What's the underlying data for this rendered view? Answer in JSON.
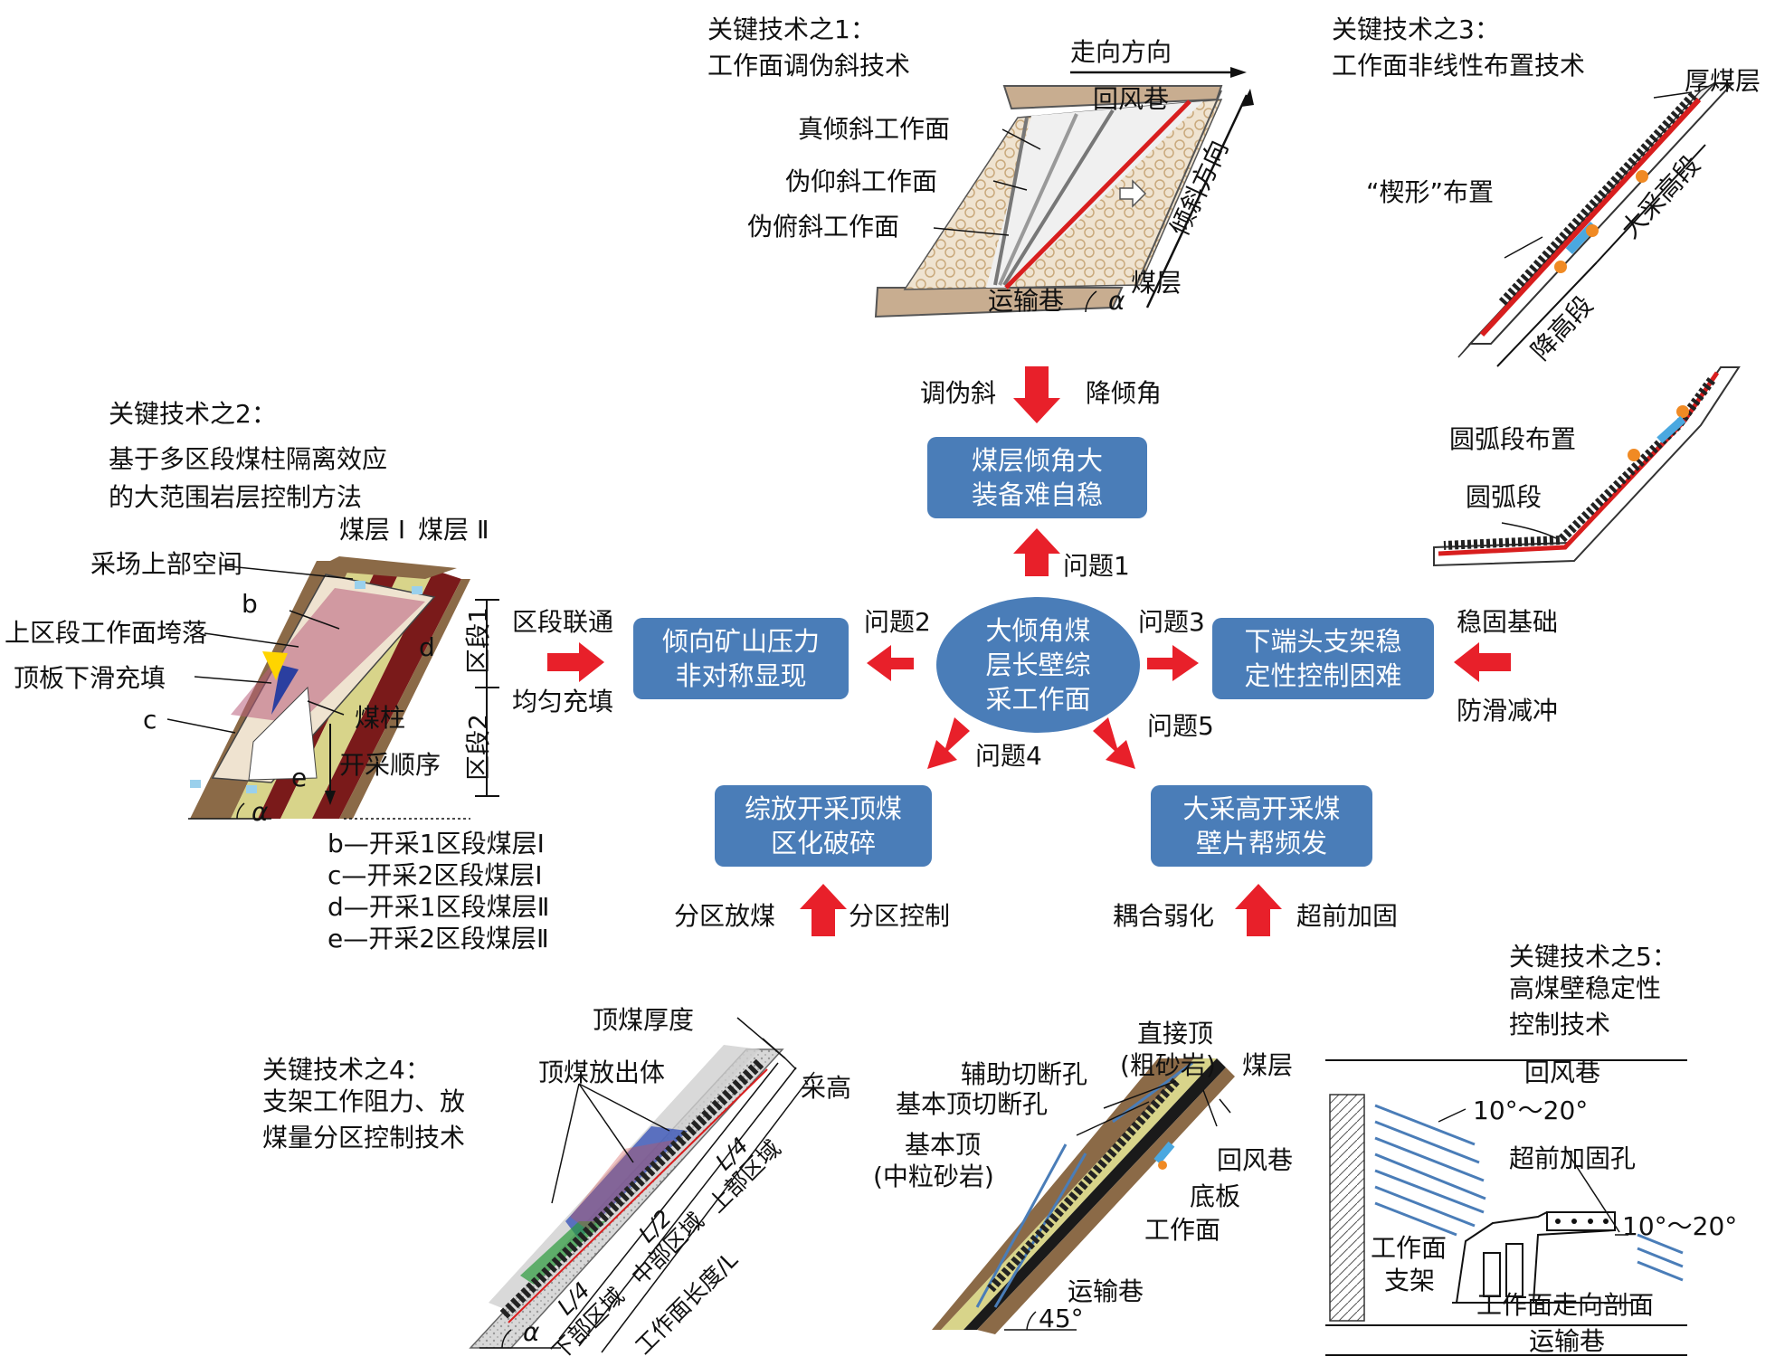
{
  "center": {
    "line1": "大倾角煤",
    "line2": "层长壁综",
    "line3": "采工作面"
  },
  "problems": [
    {
      "label": "问题1",
      "box1": "煤层倾角大",
      "box2": "装备难自稳",
      "methods": [
        "调伪斜",
        "降倾角"
      ]
    },
    {
      "label": "问题2",
      "box1": "倾向矿山压力",
      "box2": "非对称显现",
      "methods": [
        "区段联通",
        "均匀充填"
      ]
    },
    {
      "label": "问题3",
      "box1": "下端头支架稳",
      "box2": "定性控制困难",
      "methods": [
        "稳固基础",
        "防滑减冲"
      ]
    },
    {
      "label": "问题4",
      "box1": "综放开采顶煤",
      "box2": "区化破碎",
      "methods": [
        "分区放煤",
        "分区控制"
      ]
    },
    {
      "label": "问题5",
      "box1": "大采高开采煤",
      "box2": "壁片帮频发",
      "methods": [
        "耦合弱化",
        "超前加固"
      ]
    }
  ],
  "tech1": {
    "title1": "关键技术之1：",
    "title2": "工作面调伪斜技术",
    "labels": [
      "走向方向",
      "回风巷",
      "真倾斜工作面",
      "伪仰斜工作面",
      "伪俯斜工作面",
      "倾斜方向",
      "煤层",
      "运输巷",
      "α"
    ]
  },
  "tech2": {
    "title1": "关键技术之2：",
    "title2": "基于多区段煤柱隔离效应",
    "title3": "的大范围岩层控制方法",
    "labels": [
      "煤层 Ⅰ",
      "煤层 Ⅱ",
      "采场上部空间",
      "b",
      "上区段工作面垮落",
      "d",
      "顶板下滑充填",
      "区段1",
      "c",
      "煤柱",
      "区段2",
      "e",
      "开采顺序",
      "α"
    ],
    "legend": [
      "b—开采1区段煤层Ⅰ",
      "c—开采2区段煤层Ⅰ",
      "d—开采1区段煤层Ⅱ",
      "e—开采2区段煤层Ⅱ"
    ]
  },
  "tech3": {
    "title1": "关键技术之3：",
    "title2": "工作面非线性布置技术",
    "labels": [
      "厚煤层",
      "“楔形”布置",
      "大采高段",
      "降高段",
      "圆弧段布置",
      "圆弧段"
    ]
  },
  "tech4": {
    "title1": "关键技术之4：",
    "title2": "支架工作阻力、放",
    "title3": "煤量分区控制技术",
    "labels": [
      "顶煤厚度",
      "顶煤放出体",
      "采高",
      "L/4",
      "L/2",
      "L/4",
      "下部区域",
      "中部区域",
      "上部区域",
      "工作面长度/L",
      "α"
    ]
  },
  "tech_mid": {
    "labels": [
      "直接顶",
      "(粗砂岩)",
      "煤层",
      "辅助切断孔",
      "基本顶切断孔",
      "基本顶",
      "(中粒砂岩)",
      "回风巷",
      "底板",
      "工作面",
      "运输巷",
      "45°"
    ]
  },
  "tech5": {
    "title1": "关键技术之5：",
    "title2": "高煤壁稳定性",
    "title3": "控制技术",
    "labels": [
      "回风巷",
      "10°～20°",
      "超前加固孔",
      "10°～20°",
      "工作面",
      "支架",
      "工作面走向剖面",
      "运输巷"
    ]
  },
  "colors": {
    "box": "#4a7db8",
    "arrow": "#e8202a",
    "rock": "#9c7a5a",
    "coal": "#1a1a1a",
    "red_line": "#d81e1e",
    "yellow": "#c8c878"
  }
}
